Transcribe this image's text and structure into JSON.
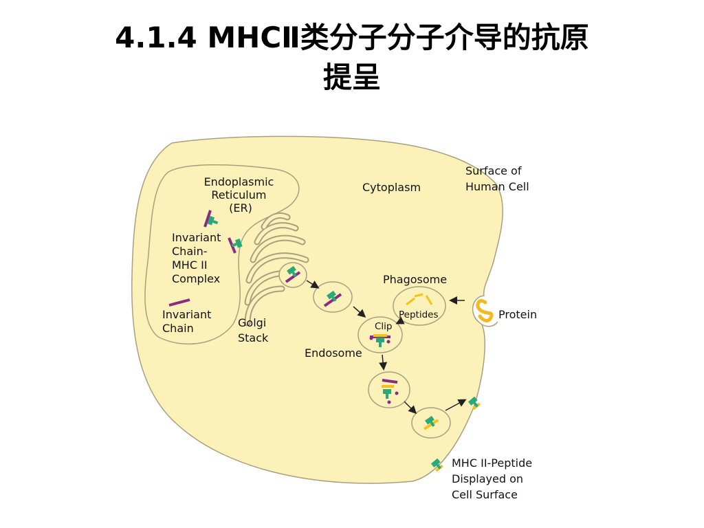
{
  "title": {
    "line1": "4.1.4 MHCⅡ类分子分子介导的抗原",
    "line2": "提呈"
  },
  "labels": {
    "er": [
      "Endoplasmic",
      "Reticulum",
      "(ER)"
    ],
    "cytoplasm": "Cytoplasm",
    "surface": [
      "Surface of",
      "Human Cell"
    ],
    "invariant_complex": [
      "Invariant",
      "Chain-",
      "MHC II",
      "Complex"
    ],
    "invariant_chain": [
      "Invariant",
      "Chain"
    ],
    "golgi": [
      "Golgi",
      "Stack"
    ],
    "phagosome": "Phagosome",
    "peptides": "Peptides",
    "protein": "Protein",
    "clip": "Clip",
    "endosome": "Endosome",
    "displayed": [
      "MHC II-Peptide",
      "Displayed on",
      "Cell Surface"
    ]
  },
  "colors": {
    "cell_fill": "#fbf1b9",
    "cell_stroke": "#a89f80",
    "er_fill": "#fbf1b9",
    "vesicle_fill": "#fbf1b9",
    "mhc_green": "#2aa879",
    "invariant_purple": "#8a2a82",
    "peptide_yellow": "#f2c21b",
    "protein_yellow": "#f4b91c",
    "arrow": "#222222"
  }
}
